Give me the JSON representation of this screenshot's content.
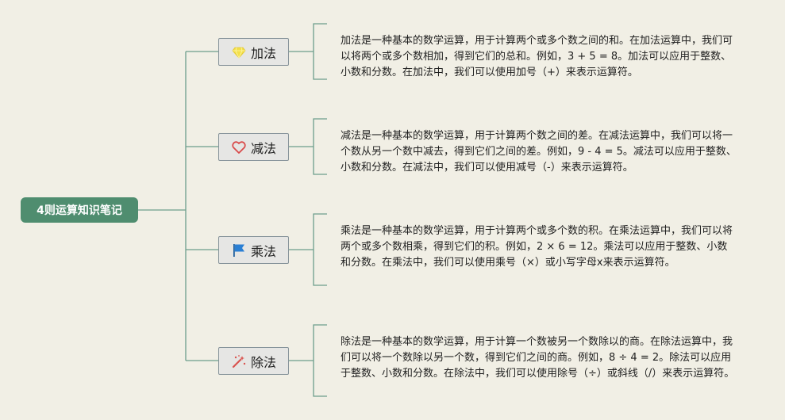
{
  "root": {
    "label": "4则运算知识笔记"
  },
  "branches": [
    {
      "label": "加法",
      "icon": "diamond-icon",
      "note": "加法是一种基本的数学运算，用于计算两个或多个数之间的和。在加法运算中，我们可以将两个或多个数相加，得到它们的总和。例如，3 + 5 = 8。加法可以应用于整数、小数和分数。在加法中，我们可以使用加号（+）来表示运算符。"
    },
    {
      "label": "减法",
      "icon": "heart-icon",
      "note": "减法是一种基本的数学运算，用于计算两个数之间的差。在减法运算中，我们可以将一个数从另一个数中减去，得到它们之间的差。例如，9 - 4 = 5。减法可以应用于整数、小数和分数。在减法中，我们可以使用减号（-）来表示运算符。"
    },
    {
      "label": "乘法",
      "icon": "flag-icon",
      "note": "乘法是一种基本的数学运算，用于计算两个或多个数的积。在乘法运算中，我们可以将两个或多个数相乘，得到它们的积。例如，2 × 6 = 12。乘法可以应用于整数、小数和分数。在乘法中，我们可以使用乘号（×）或小写字母x来表示运算符。"
    },
    {
      "label": "除法",
      "icon": "magic-wand-icon",
      "note": "除法是一种基本的数学运算，用于计算一个数被另一个数除以的商。在除法运算中，我们可以将一个数除以另一个数，得到它们之间的商。例如，8 ÷ 4 = 2。除法可以应用于整数、小数和分数。在除法中，我们可以使用除号（÷）或斜线（/）来表示运算符。"
    }
  ],
  "colors": {
    "background": "#f1efe5",
    "root": "#4f8d6f",
    "connector": "#6d9e8c",
    "diamond": "#f3e04a",
    "heart": "#d94a4a",
    "flag": "#2a7fd4",
    "wand": "#d9534f"
  }
}
